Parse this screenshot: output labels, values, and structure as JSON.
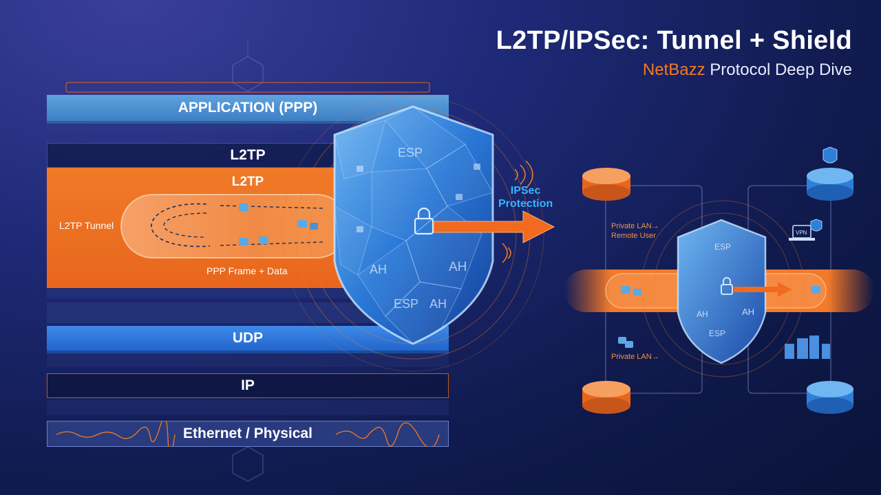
{
  "header": {
    "title": "L2TP/IPSec: Tunnel + Shield",
    "subtitle_brand": "NetBazz",
    "subtitle_rest": "Protocol Deep Dive"
  },
  "stack": {
    "application": "APPLICATION (PPP)",
    "l2tp_header": "L2TP",
    "l2tp_inner": "L2TP",
    "tunnel_label": "L2TP Tunnel",
    "frame_label": "PPP Frame + Data",
    "udp": "UDP",
    "ip": "IP",
    "ethernet": "Ethernet / Physical"
  },
  "shield": {
    "labels": [
      "ESP",
      "AH",
      "AH",
      "ESP",
      "AH"
    ],
    "protection": [
      "IPSec",
      "Protection"
    ]
  },
  "network": {
    "private_lan_remote": [
      "Private LAN→",
      "Remote User"
    ],
    "private_lan": "Private LAN→",
    "shield_labels": [
      "ESP",
      "AH",
      "AH",
      "ESP"
    ],
    "vpn_badge": "VPN"
  },
  "colors": {
    "orange": "#f07a28",
    "blue": "#3d8ae8",
    "cyan": "#37b4ff",
    "bg": "#101a4d"
  }
}
